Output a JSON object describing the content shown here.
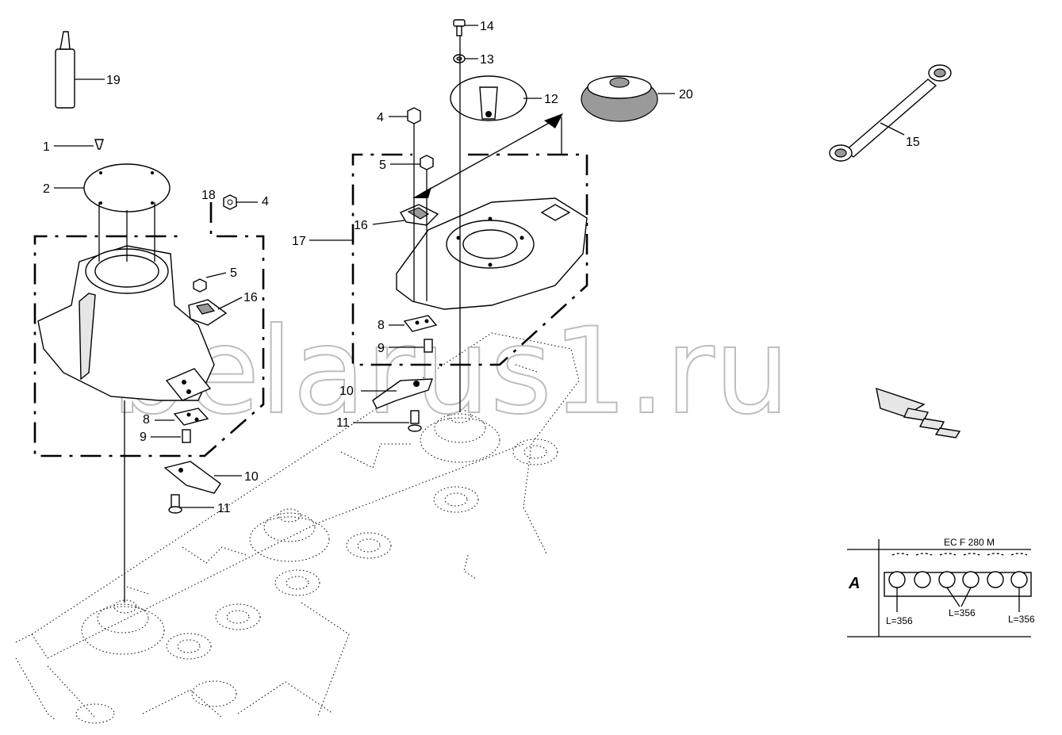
{
  "watermark": "belarus1.ru",
  "labels": {
    "p1": "1",
    "p2": "2",
    "p4a": "4",
    "p4b": "4",
    "p5a": "5",
    "p5b": "5",
    "p8a": "8",
    "p8b": "8",
    "p9a": "9",
    "p9b": "9",
    "p10a": "10",
    "p10b": "10",
    "p11a": "11",
    "p11b": "11",
    "p12": "12",
    "p13": "13",
    "p14": "14",
    "p15": "15",
    "p16a": "16",
    "p16b": "16",
    "p17": "17",
    "p18": "18",
    "p19": "19",
    "p20": "20"
  },
  "inset": {
    "view_letter": "A",
    "model": "EC F 280 M",
    "length_left": "L=356",
    "length_mid": "L=356",
    "length_right": "L=356"
  }
}
